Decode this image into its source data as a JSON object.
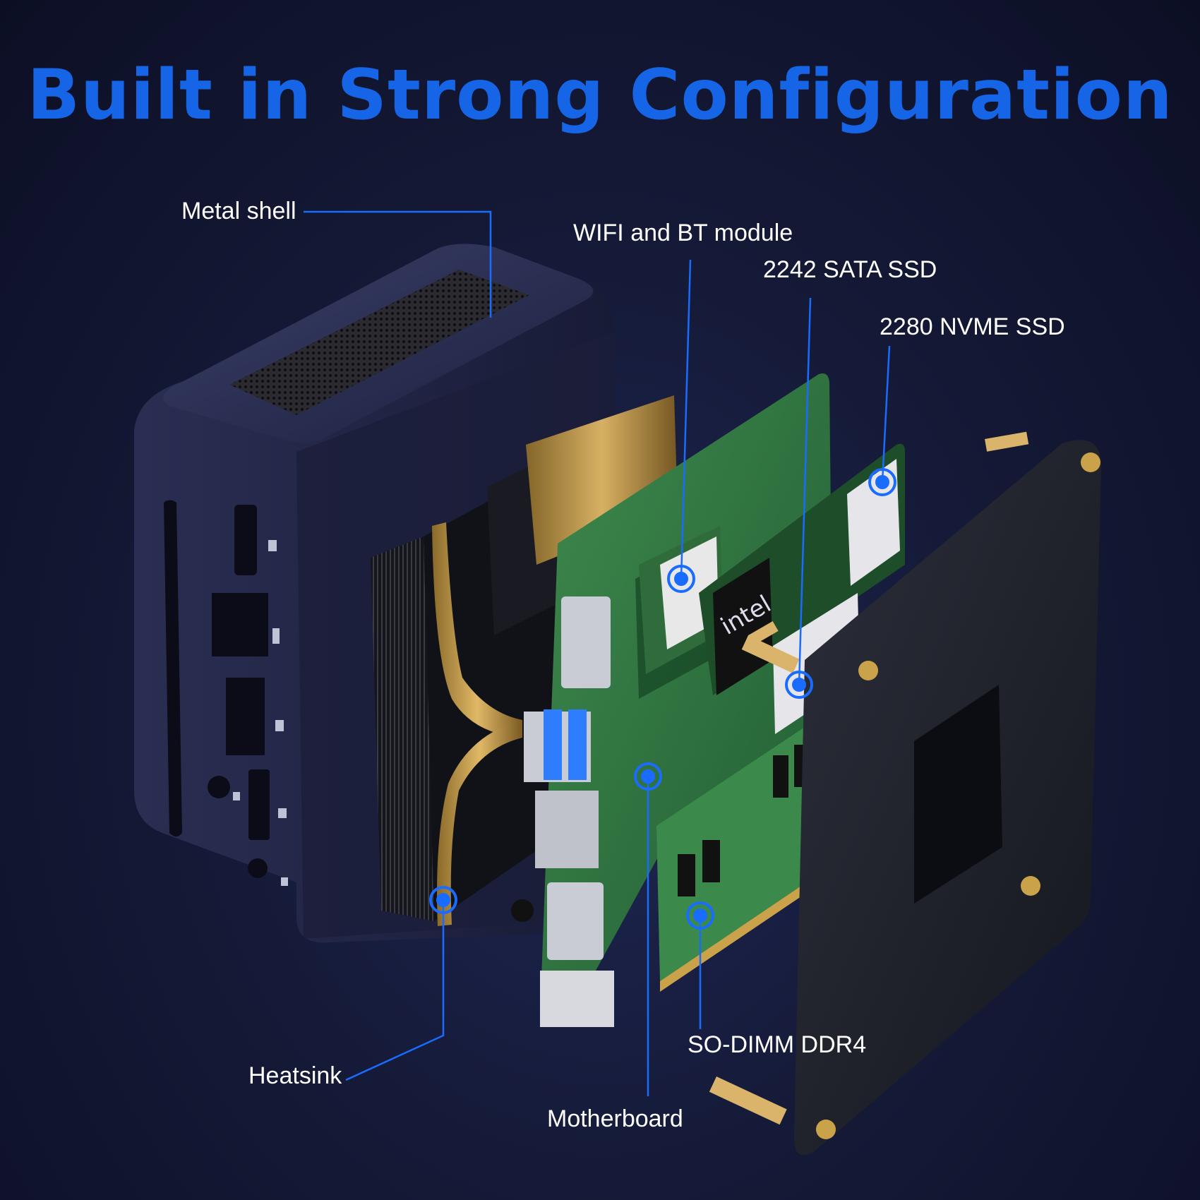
{
  "title": "Built in Strong Configuration",
  "colors": {
    "title": "#1565e6",
    "callout_line": "#1a6cff",
    "label": "#ffffff",
    "background": "#121733"
  },
  "callouts": [
    {
      "id": "metal-shell",
      "label": "Metal shell"
    },
    {
      "id": "wifi-bt",
      "label": "WIFI and BT module"
    },
    {
      "id": "sata-ssd",
      "label": "2242 SATA SSD"
    },
    {
      "id": "nvme-ssd",
      "label": "2280 NVME SSD"
    },
    {
      "id": "heatsink",
      "label": "Heatsink"
    },
    {
      "id": "motherboard",
      "label": "Motherboard"
    },
    {
      "id": "so-dimm",
      "label": "SO-DIMM DDR4"
    }
  ],
  "chip_brand": "intel",
  "port_icons": [
    "hdmi-icon",
    "usb3-icon",
    "ethernet-icon",
    "audio-icon",
    "displayport-icon",
    "power-icon"
  ]
}
